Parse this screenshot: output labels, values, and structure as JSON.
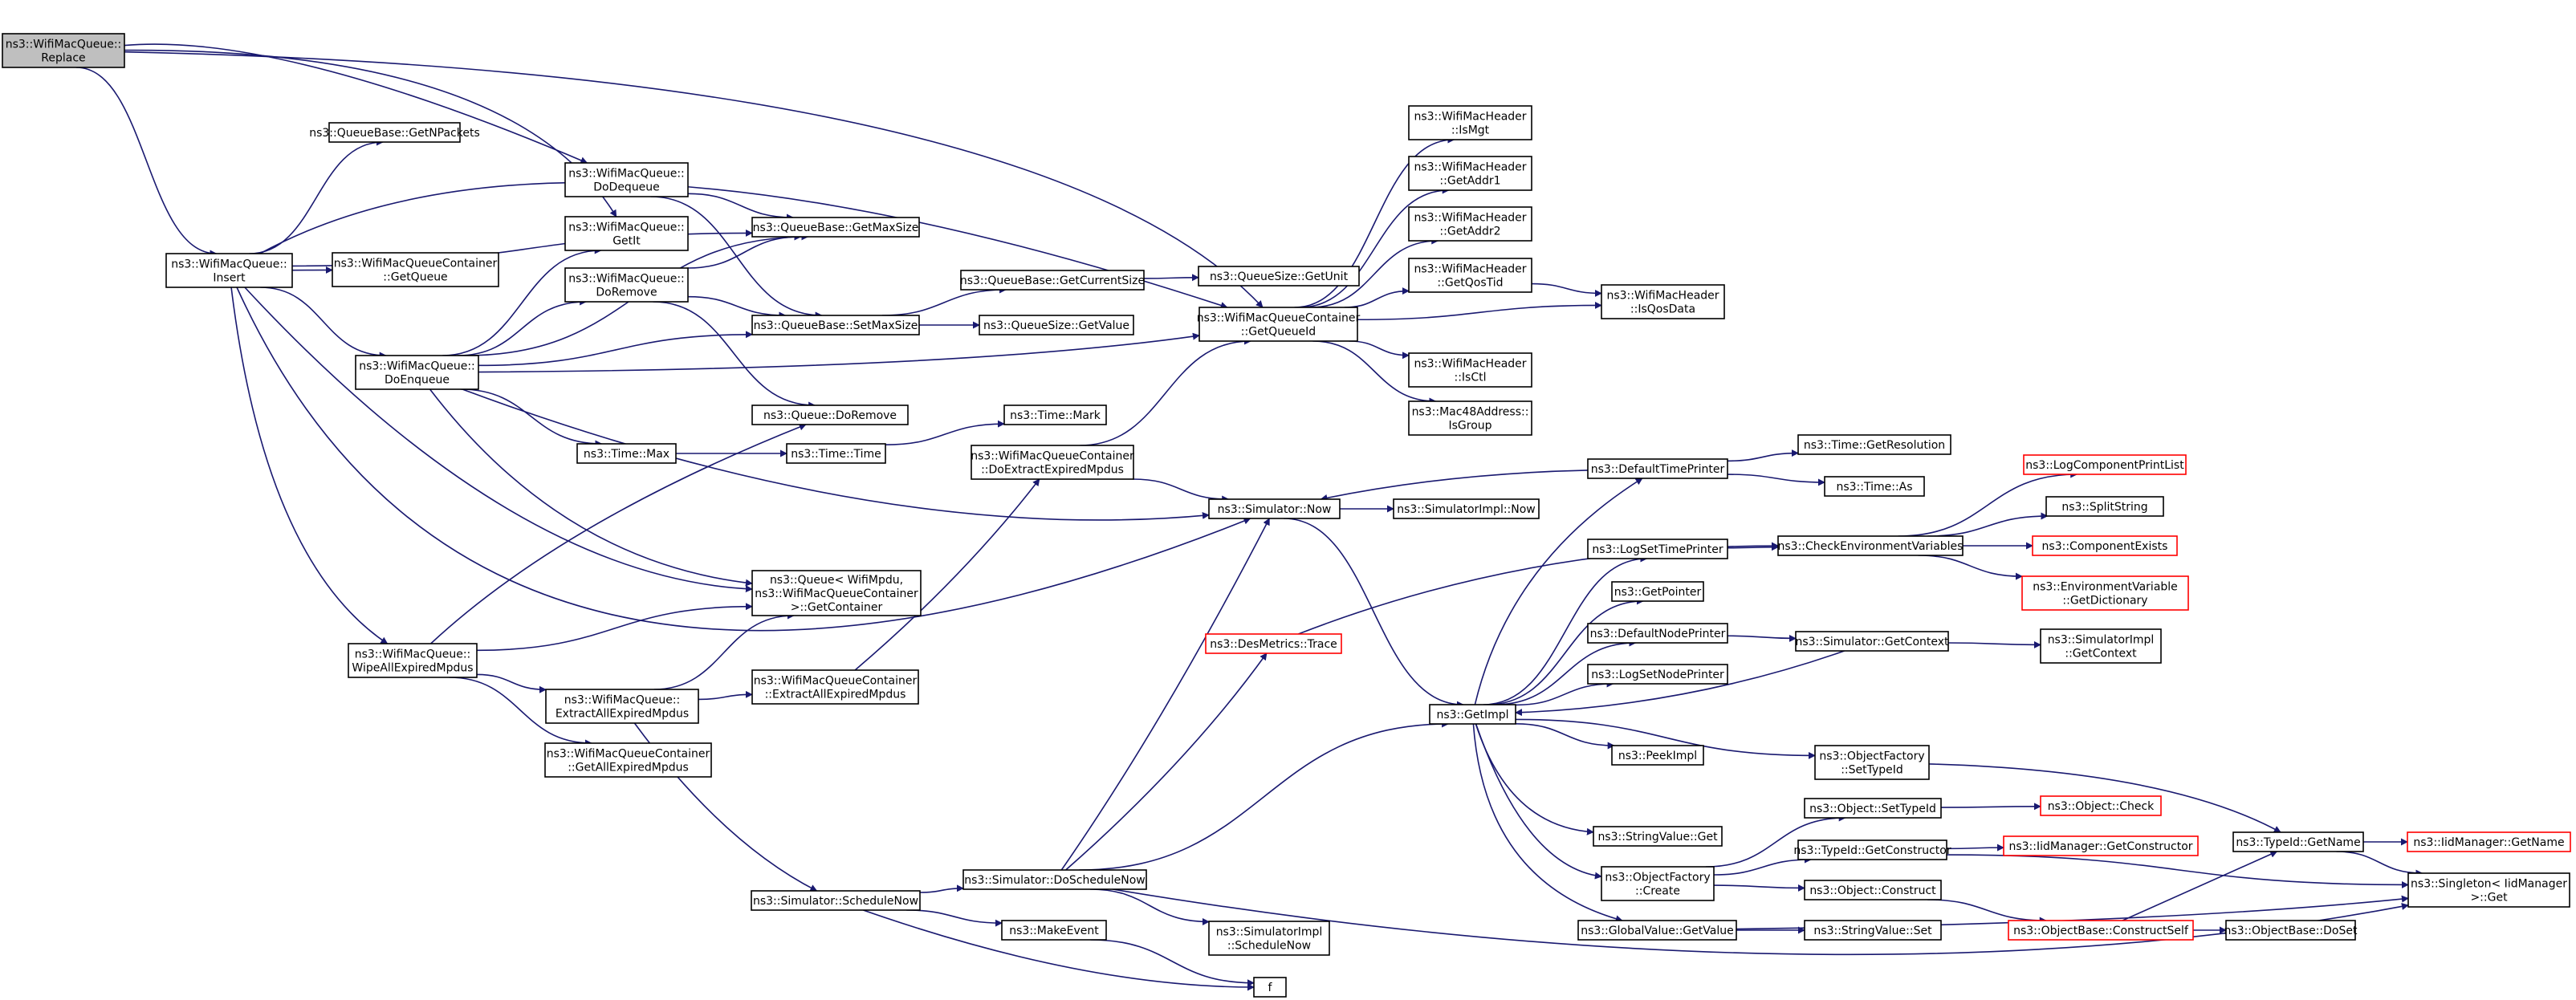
{
  "colors": {
    "edge": "#191970",
    "node_border": "#000000",
    "node_fill": "#ffffff",
    "focus_fill": "#bfbfbf",
    "truncated_border": "#ff0000"
  },
  "nodes": [
    {
      "id": "replace",
      "lines": [
        "ns3::WifiMacQueue::",
        "Replace"
      ],
      "style": "focus"
    },
    {
      "id": "insert",
      "lines": [
        "ns3::WifiMacQueue::",
        "Insert"
      ]
    },
    {
      "id": "qb_getnpackets",
      "lines": [
        "ns3::QueueBase::GetNPackets"
      ]
    },
    {
      "id": "wmq_dodequeue",
      "lines": [
        "ns3::WifiMacQueue::",
        "DoDequeue"
      ]
    },
    {
      "id": "qb_getmaxsize",
      "lines": [
        "ns3::QueueBase::GetMaxSize"
      ]
    },
    {
      "id": "wmq_getit",
      "lines": [
        "ns3::WifiMacQueue::",
        "GetIt"
      ]
    },
    {
      "id": "wmqc_getqueue",
      "lines": [
        "ns3::WifiMacQueueContainer",
        "::GetQueue"
      ]
    },
    {
      "id": "wmq_doremove",
      "lines": [
        "ns3::WifiMacQueue::",
        "DoRemove"
      ]
    },
    {
      "id": "qb_setmaxsize",
      "lines": [
        "ns3::QueueBase::SetMaxSize"
      ]
    },
    {
      "id": "wmq_doenqueue",
      "lines": [
        "ns3::WifiMacQueue::",
        "DoEnqueue"
      ]
    },
    {
      "id": "q_doremove",
      "lines": [
        "ns3::Queue::DoRemove"
      ]
    },
    {
      "id": "time_max",
      "lines": [
        "ns3::Time::Max"
      ]
    },
    {
      "id": "time_time",
      "lines": [
        "ns3::Time::Time"
      ]
    },
    {
      "id": "time_mark",
      "lines": [
        "ns3::Time::Mark"
      ]
    },
    {
      "id": "qb_getcurrentsize",
      "lines": [
        "ns3::QueueBase::GetCurrentSize"
      ]
    },
    {
      "id": "qs_getunit",
      "lines": [
        "ns3::QueueSize::GetUnit"
      ]
    },
    {
      "id": "qs_getvalue",
      "lines": [
        "ns3::QueueSize::GetValue"
      ]
    },
    {
      "id": "wmqc_getqueueid",
      "lines": [
        "ns3::WifiMacQueueContainer",
        "::GetQueueId"
      ]
    },
    {
      "id": "wmqc_doextract",
      "lines": [
        "ns3::WifiMacQueueContainer",
        "::DoExtractExpiredMpdus"
      ]
    },
    {
      "id": "sim_now",
      "lines": [
        "ns3::Simulator::Now"
      ]
    },
    {
      "id": "simimpl_now",
      "lines": [
        "ns3::SimulatorImpl::Now"
      ]
    },
    {
      "id": "wmh_ismgt",
      "lines": [
        "ns3::WifiMacHeader",
        "::IsMgt"
      ]
    },
    {
      "id": "wmh_getaddr1",
      "lines": [
        "ns3::WifiMacHeader",
        "::GetAddr1"
      ]
    },
    {
      "id": "wmh_getaddr2",
      "lines": [
        "ns3::WifiMacHeader",
        "::GetAddr2"
      ]
    },
    {
      "id": "wmh_getqostid",
      "lines": [
        "ns3::WifiMacHeader",
        "::GetQosTid"
      ]
    },
    {
      "id": "wmh_isqosdata",
      "lines": [
        "ns3::WifiMacHeader",
        "::IsQosData"
      ]
    },
    {
      "id": "wmh_isctl",
      "lines": [
        "ns3::WifiMacHeader",
        "::IsCtl"
      ]
    },
    {
      "id": "mac48_isgroup",
      "lines": [
        "ns3::Mac48Address::",
        "IsGroup"
      ]
    },
    {
      "id": "q_getcontainer",
      "lines": [
        "ns3::Queue< WifiMpdu,",
        "ns3::WifiMacQueueContainer",
        ">::GetContainer"
      ]
    },
    {
      "id": "wmq_wipe",
      "lines": [
        "ns3::WifiMacQueue::",
        "WipeAllExpiredMpdus"
      ]
    },
    {
      "id": "wmq_extractall",
      "lines": [
        "ns3::WifiMacQueue::",
        "ExtractAllExpiredMpdus"
      ]
    },
    {
      "id": "wmqc_extractall",
      "lines": [
        "ns3::WifiMacQueueContainer",
        "::ExtractAllExpiredMpdus"
      ]
    },
    {
      "id": "wmqc_getall",
      "lines": [
        "ns3::WifiMacQueueContainer",
        "::GetAllExpiredMpdus"
      ]
    },
    {
      "id": "desmetrics_trace",
      "lines": [
        "ns3::DesMetrics::Trace"
      ],
      "style": "truncated"
    },
    {
      "id": "defaulttimeprinter",
      "lines": [
        "ns3::DefaultTimePrinter"
      ]
    },
    {
      "id": "time_getresolution",
      "lines": [
        "ns3::Time::GetResolution"
      ]
    },
    {
      "id": "time_as",
      "lines": [
        "ns3::Time::As"
      ]
    },
    {
      "id": "logsettimeprinter",
      "lines": [
        "ns3::LogSetTimePrinter"
      ]
    },
    {
      "id": "checkenv",
      "lines": [
        "ns3::CheckEnvironmentVariables"
      ]
    },
    {
      "id": "logcomponentprintlist",
      "lines": [
        "ns3::LogComponentPrintList"
      ],
      "style": "truncated"
    },
    {
      "id": "splitstring",
      "lines": [
        "ns3::SplitString"
      ]
    },
    {
      "id": "componentexists",
      "lines": [
        "ns3::ComponentExists"
      ],
      "style": "truncated"
    },
    {
      "id": "envvar_getdict",
      "lines": [
        "ns3::EnvironmentVariable",
        "::GetDictionary"
      ],
      "style": "truncated"
    },
    {
      "id": "getpointer",
      "lines": [
        "ns3::GetPointer"
      ]
    },
    {
      "id": "defaultnodeprinter",
      "lines": [
        "ns3::DefaultNodePrinter"
      ]
    },
    {
      "id": "sim_getcontext",
      "lines": [
        "ns3::Simulator::GetContext"
      ]
    },
    {
      "id": "simimpl_getcontext",
      "lines": [
        "ns3::SimulatorImpl",
        "::GetContext"
      ]
    },
    {
      "id": "logsetnodeprinter",
      "lines": [
        "ns3::LogSetNodePrinter"
      ]
    },
    {
      "id": "getimpl",
      "lines": [
        "ns3::GetImpl"
      ]
    },
    {
      "id": "peekimpl",
      "lines": [
        "ns3::PeekImpl"
      ]
    },
    {
      "id": "objfactory_settypeid",
      "lines": [
        "ns3::ObjectFactory",
        "::SetTypeId"
      ]
    },
    {
      "id": "stringvalue_get",
      "lines": [
        "ns3::StringValue::Get"
      ]
    },
    {
      "id": "object_settypeid",
      "lines": [
        "ns3::Object::SetTypeId"
      ]
    },
    {
      "id": "object_check",
      "lines": [
        "ns3::Object::Check"
      ],
      "style": "truncated"
    },
    {
      "id": "objfactory_create",
      "lines": [
        "ns3::ObjectFactory",
        "::Create"
      ]
    },
    {
      "id": "typeid_getconstructor",
      "lines": [
        "ns3::TypeId::GetConstructor"
      ]
    },
    {
      "id": "iidmgr_getconstructor",
      "lines": [
        "ns3::IidManager::GetConstructor"
      ],
      "style": "truncated"
    },
    {
      "id": "object_construct",
      "lines": [
        "ns3::Object::Construct"
      ]
    },
    {
      "id": "objbase_constructself",
      "lines": [
        "ns3::ObjectBase::ConstructSelf"
      ],
      "style": "truncated"
    },
    {
      "id": "objbase_doset",
      "lines": [
        "ns3::ObjectBase::DoSet"
      ]
    },
    {
      "id": "typeid_getname",
      "lines": [
        "ns3::TypeId::GetName"
      ]
    },
    {
      "id": "iidmgr_getname",
      "lines": [
        "ns3::IidManager::GetName"
      ],
      "style": "truncated"
    },
    {
      "id": "singleton_get",
      "lines": [
        "ns3::Singleton< IidManager",
        ">::Get"
      ]
    },
    {
      "id": "globalvalue_getvalue",
      "lines": [
        "ns3::GlobalValue::GetValue"
      ]
    },
    {
      "id": "stringvalue_set",
      "lines": [
        "ns3::StringValue::Set"
      ]
    },
    {
      "id": "sim_schedulenow",
      "lines": [
        "ns3::Simulator::ScheduleNow"
      ]
    },
    {
      "id": "sim_doschedulenow",
      "lines": [
        "ns3::Simulator::DoScheduleNow"
      ]
    },
    {
      "id": "makeevent",
      "lines": [
        "ns3::MakeEvent"
      ]
    },
    {
      "id": "simimpl_schedulenow",
      "lines": [
        "ns3::SimulatorImpl",
        "::ScheduleNow"
      ]
    },
    {
      "id": "f",
      "lines": [
        "f"
      ]
    }
  ],
  "edges": [
    [
      "replace",
      "insert"
    ],
    [
      "replace",
      "wmq_dodequeue"
    ],
    [
      "replace",
      "wmq_getit"
    ],
    [
      "replace",
      "wmqc_getqueueid"
    ],
    [
      "insert",
      "qb_getnpackets"
    ],
    [
      "insert",
      "qb_getmaxsize"
    ],
    [
      "insert",
      "wmqc_getqueue"
    ],
    [
      "insert",
      "wmq_doenqueue"
    ],
    [
      "insert",
      "q_getcontainer"
    ],
    [
      "insert",
      "wmq_wipe"
    ],
    [
      "insert",
      "wmqc_getqueueid"
    ],
    [
      "insert",
      "sim_now"
    ],
    [
      "wmq_dodequeue",
      "qb_getmaxsize"
    ],
    [
      "wmq_dodequeue",
      "qb_setmaxsize"
    ],
    [
      "wmq_doenqueue",
      "wmq_getit"
    ],
    [
      "wmq_doenqueue",
      "qb_getmaxsize"
    ],
    [
      "wmq_doenqueue",
      "wmq_doremove"
    ],
    [
      "wmq_doenqueue",
      "qb_setmaxsize"
    ],
    [
      "wmq_doenqueue",
      "time_max"
    ],
    [
      "wmq_doenqueue",
      "q_getcontainer"
    ],
    [
      "wmq_doenqueue",
      "sim_now"
    ],
    [
      "wmq_doenqueue",
      "wmqc_getqueueid"
    ],
    [
      "wmq_doremove",
      "qb_getmaxsize"
    ],
    [
      "wmq_doremove",
      "qb_setmaxsize"
    ],
    [
      "wmq_doremove",
      "q_doremove"
    ],
    [
      "qb_setmaxsize",
      "qb_getcurrentsize"
    ],
    [
      "qb_setmaxsize",
      "qs_getvalue"
    ],
    [
      "qb_getcurrentsize",
      "qs_getunit"
    ],
    [
      "time_max",
      "time_time"
    ],
    [
      "time_time",
      "time_mark"
    ],
    [
      "wmq_wipe",
      "q_doremove"
    ],
    [
      "wmq_wipe",
      "q_getcontainer"
    ],
    [
      "wmq_wipe",
      "wmq_extractall"
    ],
    [
      "wmq_wipe",
      "wmqc_getall"
    ],
    [
      "wmq_extractall",
      "q_getcontainer"
    ],
    [
      "wmq_extractall",
      "wmqc_extractall"
    ],
    [
      "wmq_extractall",
      "sim_schedulenow"
    ],
    [
      "wmqc_extractall",
      "wmqc_doextract"
    ],
    [
      "wmqc_doextract",
      "wmqc_getqueueid"
    ],
    [
      "wmqc_doextract",
      "sim_now"
    ],
    [
      "wmqc_getqueueid",
      "wmh_ismgt"
    ],
    [
      "wmqc_getqueueid",
      "wmh_getaddr1"
    ],
    [
      "wmqc_getqueueid",
      "wmh_getaddr2"
    ],
    [
      "wmqc_getqueueid",
      "wmh_getqostid"
    ],
    [
      "wmqc_getqueueid",
      "wmh_isqosdata"
    ],
    [
      "wmqc_getqueueid",
      "wmh_isctl"
    ],
    [
      "wmqc_getqueueid",
      "mac48_isgroup"
    ],
    [
      "wmh_getqostid",
      "wmh_isqosdata"
    ],
    [
      "sim_now",
      "simimpl_now"
    ],
    [
      "sim_now",
      "getimpl"
    ],
    [
      "sim_schedulenow",
      "sim_doschedulenow"
    ],
    [
      "sim_schedulenow",
      "makeevent"
    ],
    [
      "sim_schedulenow",
      "f"
    ],
    [
      "sim_doschedulenow",
      "sim_now"
    ],
    [
      "sim_doschedulenow",
      "desmetrics_trace"
    ],
    [
      "sim_doschedulenow",
      "getimpl"
    ],
    [
      "sim_doschedulenow",
      "simimpl_schedulenow"
    ],
    [
      "sim_doschedulenow",
      "singleton_get"
    ],
    [
      "makeevent",
      "f"
    ],
    [
      "desmetrics_trace",
      "checkenv"
    ],
    [
      "defaulttimeprinter",
      "sim_now"
    ],
    [
      "defaulttimeprinter",
      "time_getresolution"
    ],
    [
      "defaulttimeprinter",
      "time_as"
    ],
    [
      "getimpl",
      "defaulttimeprinter"
    ],
    [
      "getimpl",
      "logsettimeprinter"
    ],
    [
      "getimpl",
      "getpointer"
    ],
    [
      "getimpl",
      "defaultnodeprinter"
    ],
    [
      "getimpl",
      "logsetnodeprinter"
    ],
    [
      "getimpl",
      "peekimpl"
    ],
    [
      "getimpl",
      "objfactory_settypeid"
    ],
    [
      "getimpl",
      "stringvalue_get"
    ],
    [
      "getimpl",
      "objfactory_create"
    ],
    [
      "getimpl",
      "globalvalue_getvalue"
    ],
    [
      "logsettimeprinter",
      "checkenv"
    ],
    [
      "checkenv",
      "logcomponentprintlist"
    ],
    [
      "checkenv",
      "splitstring"
    ],
    [
      "checkenv",
      "componentexists"
    ],
    [
      "checkenv",
      "envvar_getdict"
    ],
    [
      "defaultnodeprinter",
      "sim_getcontext"
    ],
    [
      "sim_getcontext",
      "simimpl_getcontext"
    ],
    [
      "sim_getcontext",
      "getimpl"
    ],
    [
      "objfactory_settypeid",
      "typeid_getname"
    ],
    [
      "objfactory_create",
      "object_settypeid"
    ],
    [
      "objfactory_create",
      "typeid_getconstructor"
    ],
    [
      "objfactory_create",
      "object_construct"
    ],
    [
      "object_settypeid",
      "object_check"
    ],
    [
      "typeid_getconstructor",
      "iidmgr_getconstructor"
    ],
    [
      "typeid_getconstructor",
      "singleton_get"
    ],
    [
      "object_construct",
      "objbase_constructself"
    ],
    [
      "objbase_constructself",
      "objbase_doset"
    ],
    [
      "objbase_constructself",
      "typeid_getname"
    ],
    [
      "typeid_getname",
      "iidmgr_getname"
    ],
    [
      "typeid_getname",
      "singleton_get"
    ],
    [
      "globalvalue_getvalue",
      "stringvalue_set"
    ],
    [
      "globalvalue_getvalue",
      "singleton_get"
    ]
  ]
}
